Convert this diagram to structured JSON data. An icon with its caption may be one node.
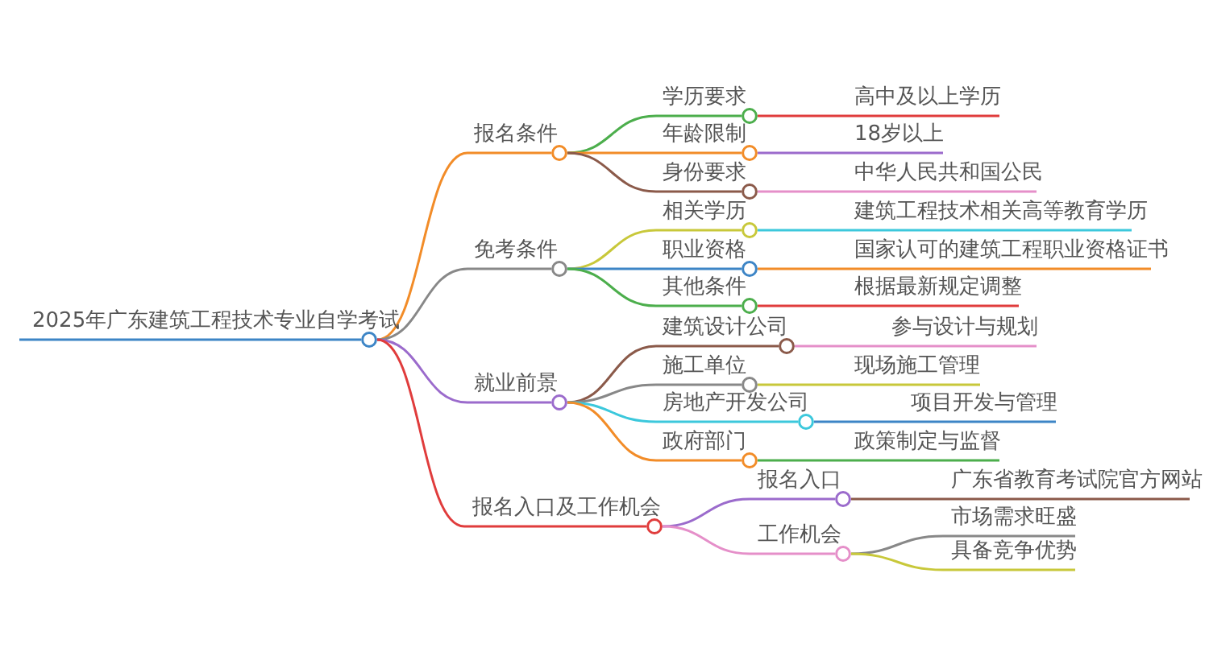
{
  "diagram": {
    "nodes": [
      {
        "text": [
          "2025年广东建筑工程技术专业自学考试"
        ]
      },
      {
        "text": [
          "报名条件"
        ]
      },
      {
        "text": [
          "学历要求"
        ]
      },
      {
        "text": [
          "高中及以上学历"
        ]
      },
      {
        "text": [
          "年龄限制"
        ]
      },
      {
        "text": [
          "18岁以上"
        ]
      },
      {
        "text": [
          "身份要求"
        ]
      },
      {
        "text": [
          "中华人民共和国公民"
        ]
      },
      {
        "text": [
          "免考条件"
        ]
      },
      {
        "text": [
          "相关学历"
        ]
      },
      {
        "text": [
          "建筑工程技术相关高等教育学历"
        ]
      },
      {
        "text": [
          "职业资格"
        ]
      },
      {
        "text": [
          "国家认可的建筑工程职业资格证书"
        ]
      },
      {
        "text": [
          "其他条件"
        ]
      },
      {
        "text": [
          "根据最新规定调整"
        ]
      },
      {
        "text": [
          "就业前景"
        ]
      },
      {
        "text": [
          "建筑设计公司"
        ]
      },
      {
        "text": [
          "参与设计与规划"
        ]
      },
      {
        "text": [
          "施工单位"
        ]
      },
      {
        "text": [
          "现场施工管理"
        ]
      },
      {
        "text": [
          "房地产开发公司"
        ]
      },
      {
        "text": [
          "项目开发与管理"
        ]
      },
      {
        "text": [
          "政府部门"
        ]
      },
      {
        "text": [
          "政策制定与监督"
        ]
      },
      {
        "text": [
          "报名入口及工作机会"
        ]
      },
      {
        "text": [
          "报名入口"
        ]
      },
      {
        "text": [
          "广东省教育考试院官方网站"
        ]
      },
      {
        "text": [
          "工作机会"
        ]
      },
      {
        "text": [
          "市场需求旺盛"
        ]
      },
      {
        "text": [
          "具备竞争优势"
        ]
      }
    ],
    "edges": [
      {
        "from": 0,
        "to": 1,
        "arrow": "none",
        "color": "#f28c28"
      },
      {
        "from": 1,
        "to": 2,
        "arrow": "none",
        "color": "#4cae4c"
      },
      {
        "from": 2,
        "to": 3,
        "arrow": "none",
        "color": "#e03c3c"
      },
      {
        "from": 1,
        "to": 4,
        "arrow": "none",
        "color": "#f28c28"
      },
      {
        "from": 4,
        "to": 5,
        "arrow": "none",
        "color": "#9b6bcc"
      },
      {
        "from": 1,
        "to": 6,
        "arrow": "none",
        "color": "#8b5a4a"
      },
      {
        "from": 6,
        "to": 7,
        "arrow": "none",
        "color": "#e58fc9"
      },
      {
        "from": 0,
        "to": 8,
        "arrow": "none",
        "color": "#888888"
      },
      {
        "from": 8,
        "to": 9,
        "arrow": "none",
        "color": "#c8c83a"
      },
      {
        "from": 9,
        "to": 10,
        "arrow": "none",
        "color": "#3cc8dc"
      },
      {
        "from": 8,
        "to": 11,
        "arrow": "none",
        "color": "#3d85c6"
      },
      {
        "from": 11,
        "to": 12,
        "arrow": "none",
        "color": "#f28c28"
      },
      {
        "from": 8,
        "to": 13,
        "arrow": "none",
        "color": "#4cae4c"
      },
      {
        "from": 13,
        "to": 14,
        "arrow": "none",
        "color": "#e03c3c"
      },
      {
        "from": 0,
        "to": 15,
        "arrow": "none",
        "color": "#9b6bcc"
      },
      {
        "from": 15,
        "to": 16,
        "arrow": "none",
        "color": "#8b5a4a"
      },
      {
        "from": 16,
        "to": 17,
        "arrow": "none",
        "color": "#e58fc9"
      },
      {
        "from": 15,
        "to": 18,
        "arrow": "none",
        "color": "#888888"
      },
      {
        "from": 18,
        "to": 19,
        "arrow": "none",
        "color": "#c8c83a"
      },
      {
        "from": 15,
        "to": 20,
        "arrow": "none",
        "color": "#3cc8dc"
      },
      {
        "from": 20,
        "to": 21,
        "arrow": "none",
        "color": "#3d85c6"
      },
      {
        "from": 15,
        "to": 22,
        "arrow": "none",
        "color": "#f28c28"
      },
      {
        "from": 22,
        "to": 23,
        "arrow": "none",
        "color": "#4cae4c"
      },
      {
        "from": 0,
        "to": 24,
        "arrow": "none",
        "color": "#e03c3c"
      },
      {
        "from": 24,
        "to": 25,
        "arrow": "none",
        "color": "#9b6bcc"
      },
      {
        "from": 25,
        "to": 26,
        "arrow": "none",
        "color": "#8b5a4a"
      },
      {
        "from": 24,
        "to": 27,
        "arrow": "none",
        "color": "#e58fc9"
      },
      {
        "from": 27,
        "to": 28,
        "arrow": "none",
        "color": "#888888"
      },
      {
        "from": 27,
        "to": 29,
        "arrow": "none",
        "color": "#c8c83a"
      }
    ]
  }
}
